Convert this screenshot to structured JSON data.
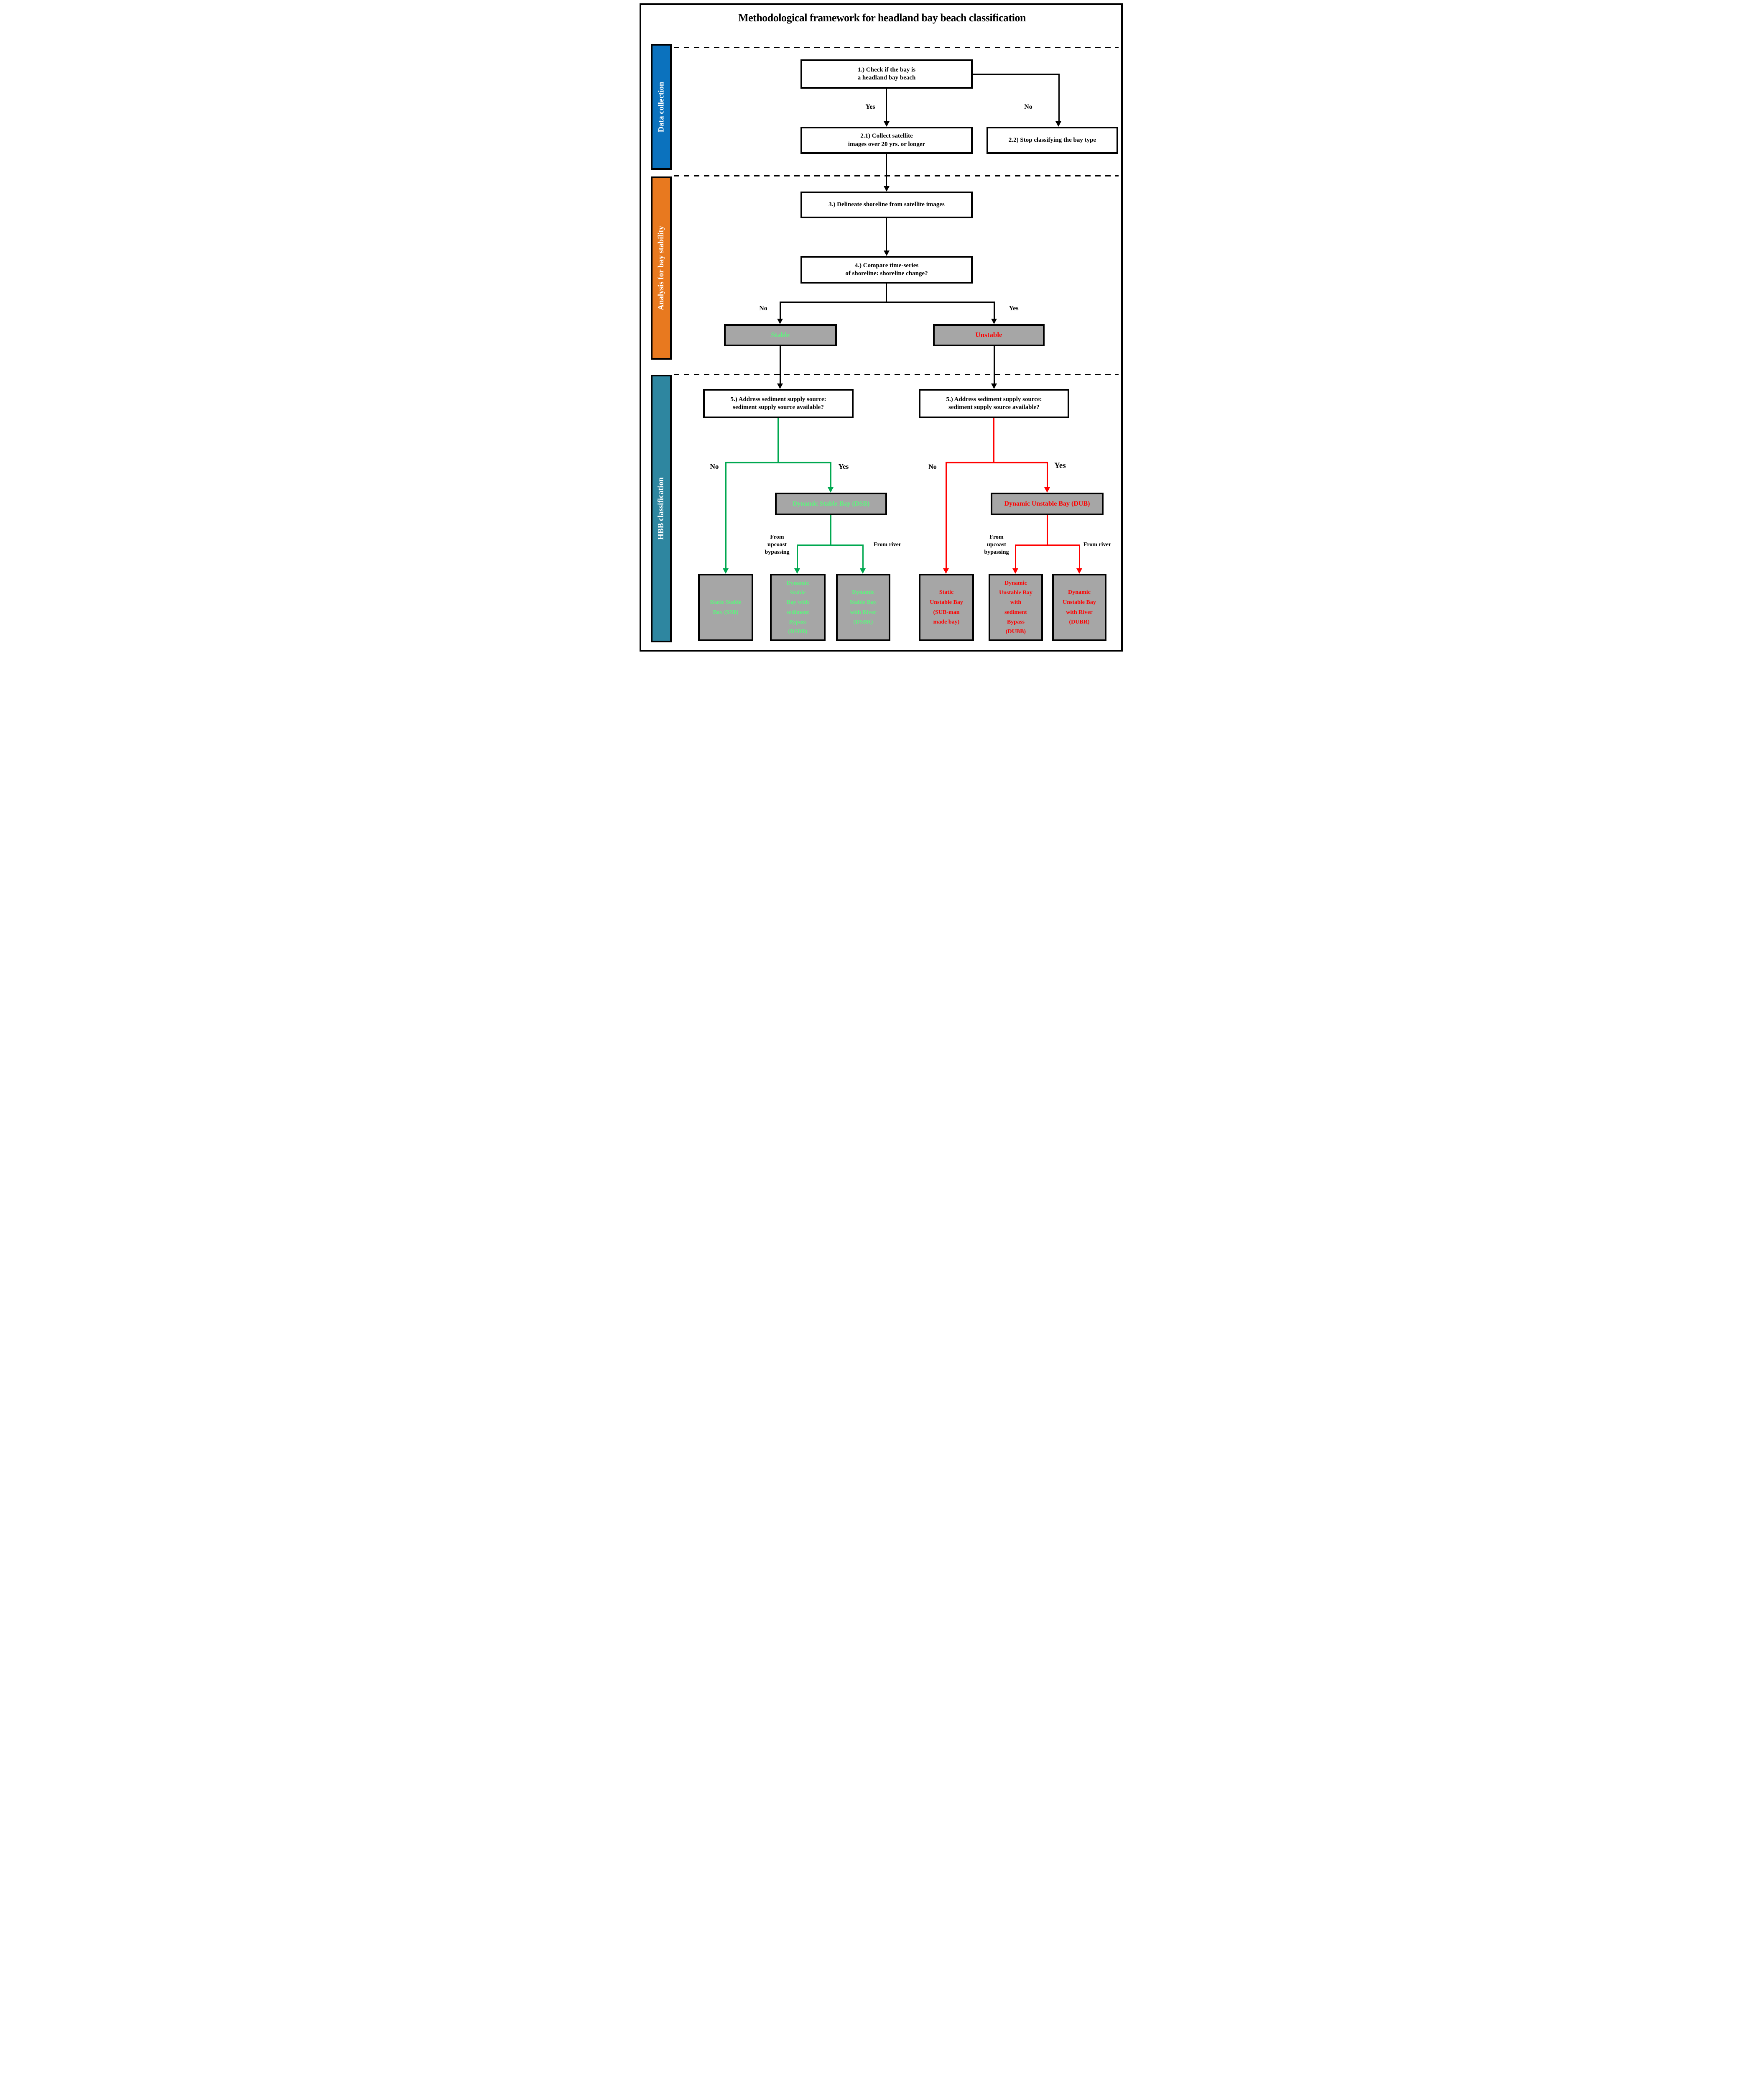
{
  "diagram": {
    "title": "Methodological framework for headland bay beach classification"
  },
  "sidebar": {
    "sections": [
      {
        "label": "Data collection"
      },
      {
        "label": "Analysis for bay stability"
      },
      {
        "label": "HBB classification"
      }
    ]
  },
  "nodes": {
    "step1": {
      "text": "1.) Check if the bay is\na headland bay beach"
    },
    "step2_1": {
      "text": "2.1) Collect satellite\nimages over 20 yrs. or longer"
    },
    "step2_2": {
      "text": "2.2) Stop classifying the bay type"
    },
    "step3": {
      "text": "3.) Delineate shoreline from satellite images"
    },
    "step4": {
      "text": "4.) Compare time-series\nof shoreline: shoreline change?"
    },
    "step5_left": {
      "text": "5.) Address sediment supply source:\nsediment supply source available?"
    },
    "step5_right": {
      "text": "5.) Address sediment supply source:\nsediment supply source available?"
    },
    "stable": {
      "text": "Stable"
    },
    "unstable": {
      "text": "Unstable"
    },
    "dsb": {
      "text": "Dynamic Stable Bay (DSB)"
    },
    "dub": {
      "text": "Dynamic Unstable Bay (DUB)"
    },
    "ssb": {
      "text": "Static Stable\nBay (SSB)"
    },
    "dsbb": {
      "text": "Dynamic\nStable\nBay with\nsediment\nBypass\n(DSBB)"
    },
    "dsbr": {
      "text": "Dynamic\nStable Bay\nwith River\n(DSBR)"
    },
    "sub": {
      "text": "Static\nUnstable Bay\n(SUB-man\nmade bay)"
    },
    "dubb": {
      "text": "Dynamic\nUnstable Bay\nwith\nsediment\nBypass\n(DUBB)"
    },
    "dubr": {
      "text": "Dynamic\nUnstable Bay\nwith River\n(DUBR)"
    }
  },
  "edge_labels": {
    "yes_top": "Yes",
    "no_top": "No",
    "no_mid": "No",
    "yes_mid": "Yes",
    "no_green": "No",
    "yes_green": "Yes",
    "no_red": "No",
    "yes_red": "Yes",
    "from_upcoast_left": "From\nupcoast\nbypassing",
    "from_river_left": "From river",
    "from_upcoast_right": "From\nupcoast\nbypassing",
    "from_river_right": "From river"
  },
  "colors": {
    "section_data_collection": "#0B72BE",
    "section_analysis": "#E8791F",
    "section_hbb": "#2E86A0",
    "result_box_fill": "#A6A6A6",
    "stable_text_green": "#5EF57E",
    "edge_green": "#00A850",
    "unstable_text_red": "#FF0000",
    "edge_black": "#000000"
  }
}
